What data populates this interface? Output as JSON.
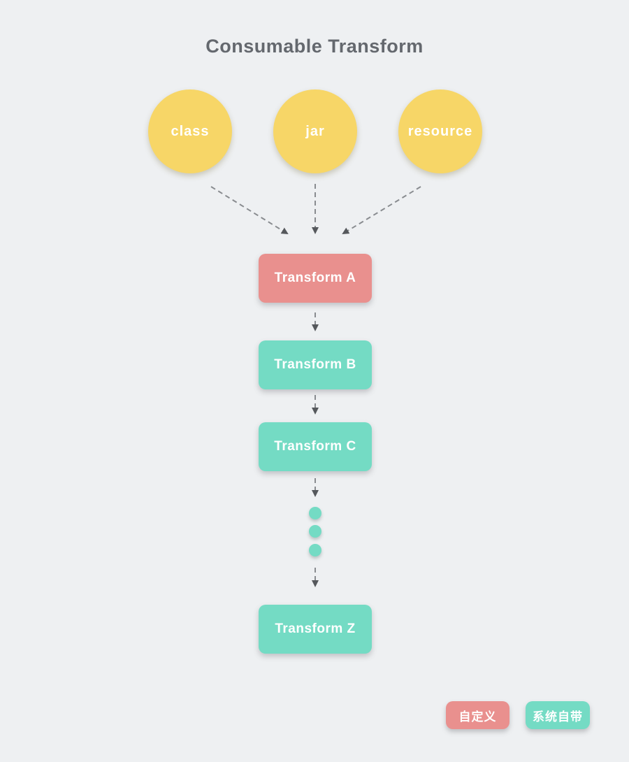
{
  "title": "Consumable Transform",
  "colors": {
    "background": "#eef0f2",
    "source_yellow": "#f7d667",
    "custom_pink": "#e9908e",
    "system_teal": "#74dbc4",
    "title_text": "#64686e",
    "arrow_line": "#898c90",
    "arrow_head": "#55585c",
    "node_text": "#ffffff"
  },
  "sources": [
    {
      "label": "class"
    },
    {
      "label": "jar"
    },
    {
      "label": "resource"
    }
  ],
  "transforms": [
    {
      "label": "Transform A",
      "type": "custom",
      "color": "#e9908e"
    },
    {
      "label": "Transform B",
      "type": "system",
      "color": "#74dbc4"
    },
    {
      "label": "Transform C",
      "type": "system",
      "color": "#74dbc4"
    },
    {
      "label": "Transform Z",
      "type": "system",
      "color": "#74dbc4"
    }
  ],
  "ellipsis": {
    "dot_count": 3,
    "color": "#74dbc4"
  },
  "legend": [
    {
      "label": "自定义",
      "color": "#e9908e",
      "meaning": "custom"
    },
    {
      "label": "系统自带",
      "color": "#74dbc4",
      "meaning": "system built-in"
    }
  ]
}
